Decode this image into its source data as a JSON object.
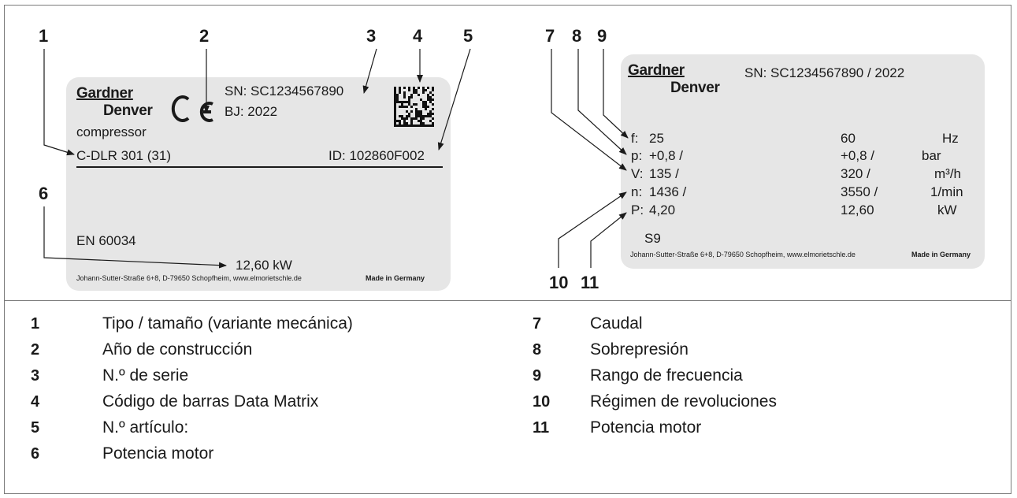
{
  "callouts": {
    "c1": "1",
    "c2": "2",
    "c3": "3",
    "c4": "4",
    "c5": "5",
    "c6": "6",
    "c7": "7",
    "c8": "8",
    "c9": "9",
    "c10": "10",
    "c11": "11"
  },
  "plate_a": {
    "brand_line1": "Gardner",
    "brand_line2": "Denver",
    "sn": "SN: SC1234567890",
    "bj": "BJ: 2022",
    "product": "compressor",
    "type": "C-DLR 301  (31)",
    "id": "ID: 102860F002",
    "standard": "EN 60034",
    "power": "12,60 kW",
    "address": "Johann-Sutter-Straße 6+8, D-79650 Schopfheim, www.elmorietschle.de",
    "made_in": "Made in Germany"
  },
  "plate_b": {
    "brand_line1": "Gardner",
    "brand_line2": "Denver",
    "sn": "SN: SC1234567890 / 2022",
    "rows": [
      {
        "label": "f:",
        "v1": "25",
        "v2": "60",
        "unit": "Hz"
      },
      {
        "label": "p:",
        "v1": "+0,8 /",
        "v2": "+0,8 /",
        "unit": "bar"
      },
      {
        "label": "V:",
        "v1": "135 /",
        "v2": "320 /",
        "unit": "m³/h"
      },
      {
        "label": "n:",
        "v1": "1436 /",
        "v2": "3550 /",
        "unit": "1/min"
      },
      {
        "label": "P:",
        "v1": "4,20",
        "v2": "12,60",
        "unit": "kW"
      }
    ],
    "duty": "S9",
    "address": "Johann-Sutter-Straße 6+8, D-79650 Schopfheim, www.elmorietschle.de",
    "made_in": "Made in Germany"
  },
  "legend_left": [
    {
      "num": "1",
      "text": "Tipo / tamaño (variante mecánica)"
    },
    {
      "num": "2",
      "text": "Año de construcción"
    },
    {
      "num": "3",
      "text": "N.º de serie"
    },
    {
      "num": "4",
      "text": "Código de barras Data Matrix"
    },
    {
      "num": "5",
      "text": "N.º artículo:"
    },
    {
      "num": "6",
      "text": "Potencia motor"
    }
  ],
  "legend_right": [
    {
      "num": "7",
      "text": "Caudal"
    },
    {
      "num": "8",
      "text": "Sobrepresión"
    },
    {
      "num": "9",
      "text": "Rango de frecuencia"
    },
    {
      "num": "10",
      "text": "Régimen de revoluciones"
    },
    {
      "num": "11",
      "text": "Potencia motor"
    }
  ]
}
